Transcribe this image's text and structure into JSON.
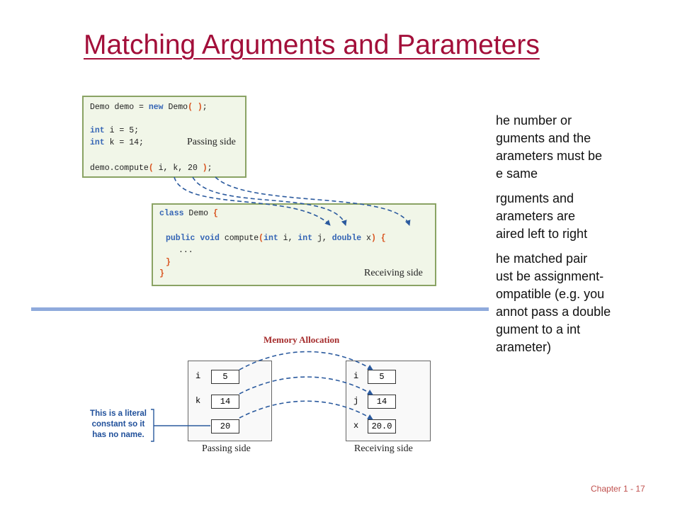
{
  "slide": {
    "title": "Matching Arguments and Parameters",
    "footer": "Chapter 1 - 17"
  },
  "passing_code": {
    "line1": {
      "a": "Demo demo = ",
      "kw": "new",
      "b": " Demo",
      "p": "( )",
      "c": ";"
    },
    "line2": {
      "kw": "int",
      "rest": " i = 5;"
    },
    "line3": {
      "kw": "int",
      "rest": " k = 14;"
    },
    "line4": {
      "a": "demo.compute",
      "p1": "(",
      "b": " i, k, 20 ",
      "p2": ")",
      "c": ";"
    },
    "label": "Passing side"
  },
  "receiving_code": {
    "line1": {
      "kw": "class",
      "b": " Demo ",
      "p": "{"
    },
    "line2": {
      "kw1": "public",
      "kw2": "void",
      "b": " compute",
      "p1": "(",
      "kw3": "int",
      "c": " i, ",
      "kw4": "int",
      "d": " j, ",
      "kw5": "double",
      "e": " x",
      "p2": ")",
      "p3": "{"
    },
    "line3": "...",
    "line4": "}",
    "line5": "}",
    "label": "Receiving side"
  },
  "bullets": [
    [
      "he number or",
      "guments and the",
      "arameters must be",
      "e same"
    ],
    [
      "rguments and",
      "arameters are",
      "aired left to right"
    ],
    [
      "he matched pair",
      "ust be assignment-",
      "ompatible (e.g. you",
      "annot pass a double",
      "gument to a int",
      "arameter)"
    ]
  ],
  "memory": {
    "title": "Memory Allocation",
    "passing": {
      "label": "Passing side",
      "vars": [
        {
          "name": "i",
          "value": "5"
        },
        {
          "name": "k",
          "value": "14"
        },
        {
          "name": "",
          "value": "20"
        }
      ]
    },
    "receiving": {
      "label": "Receiving side",
      "vars": [
        {
          "name": "i",
          "value": "5"
        },
        {
          "name": "j",
          "value": "14"
        },
        {
          "name": "x",
          "value": "20.0"
        }
      ]
    },
    "note": [
      "This is a literal",
      "constant so it",
      "has no name."
    ]
  },
  "colors": {
    "title": "#a30f3a",
    "keyword": "#3565b5",
    "paren": "#d9531e",
    "arrow": "#2b5a9e",
    "rule": "#8faadc"
  }
}
